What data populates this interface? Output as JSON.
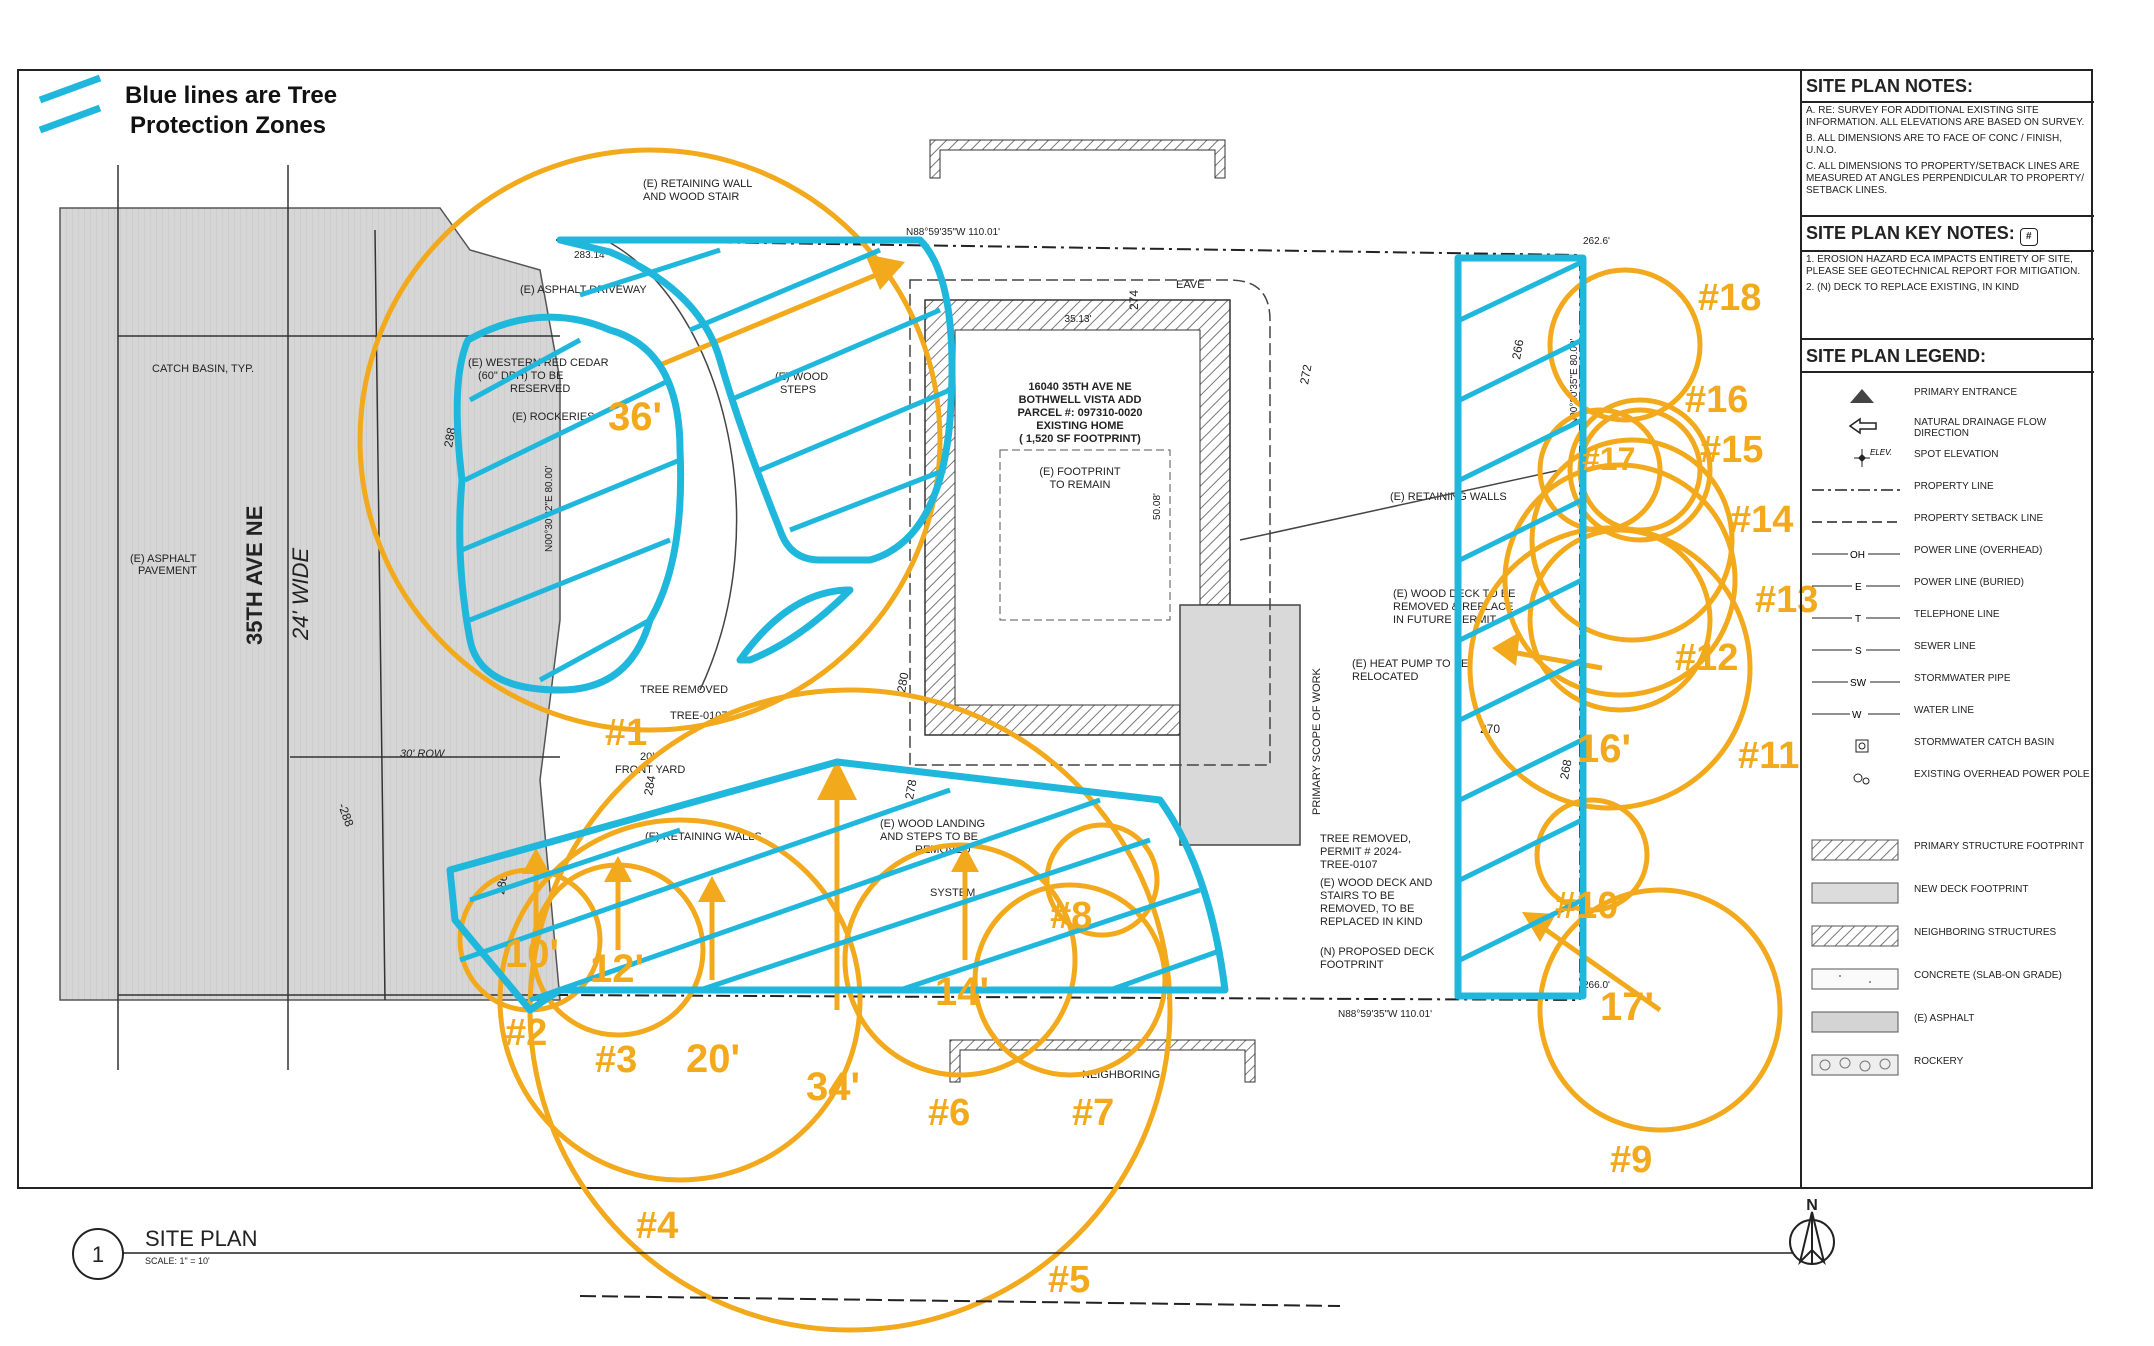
{
  "callout": {
    "line1": "Blue lines are Tree",
    "line2": "Protection  Zones"
  },
  "street": {
    "name": "35TH AVE NE",
    "width": "24' WIDE",
    "pavement": "(E) ASPHALT\nPAVEMENT",
    "catch_basin": "CATCH BASIN, TYP.",
    "row": "30' ROW"
  },
  "house": {
    "line1": "16040 35TH AVE NE",
    "line2": "BOTHWELL VISTA ADD",
    "line3": "PARCEL #: 097310-0020",
    "line4": "EXISTING HOME",
    "line5": "( 1,520 SF FOOTPRINT)",
    "footprint": "(E) FOOTPRINT",
    "footprint2": "TO REMAIN"
  },
  "site_labels": {
    "retaining_wall": "(E) RETAINING WALL",
    "wood_stair": "AND WOOD STAIR",
    "asphalt_driveway": "(E) ASPHALT DRIVEWAY",
    "cedar1": "(E) WESTERN RED CEDAR",
    "cedar2": "(60\" DBH) TO BE",
    "cedar3": "RESERVED",
    "rockeries": "(E) ROCKERIES",
    "wood_steps1": "(E) WOOD",
    "wood_steps2": "STEPS",
    "tree_removed1": "TREE REMOVED",
    "tree_removed2": "TREE-0107",
    "front_yard1": "20'",
    "front_yard2": "FRONT YARD",
    "retaining_walls": "(E) RETAINING WALLS",
    "retaining_walls_e": "(E) RETAINING WALLS",
    "wood_landing1": "(E) WOOD LANDING",
    "wood_landing2": "AND STEPS TO BE",
    "wood_landing3": "REMOVED",
    "system": "SYSTEM",
    "deck_remove1": "(E) WOOD DECK TO BE",
    "deck_remove2": "REMOVED & REPLACE",
    "deck_remove3": "IN FUTURE PERMIT",
    "heat_pump1": "(E) HEAT PUMP TO BE",
    "heat_pump2": "RELOCATED",
    "tree_removed_r1": "TREE REMOVED,",
    "tree_removed_r2": "PERMIT # 2024-",
    "tree_removed_r3": "TREE-0107",
    "deck_stairs1": "(E) WOOD DECK AND",
    "deck_stairs2": "STAIRS TO BE",
    "deck_stairs3": "REMOVED, TO BE",
    "deck_stairs4": "REPLACED IN KIND",
    "proposed_deck1": "(N) PROPOSED DECK",
    "proposed_deck2": "FOOTPRINT",
    "scope": "PRIMARY SCOPE OF WORK",
    "neighbor": "NEIGHBORING",
    "eave": "EAVE",
    "bearing_top": "N88°59'35\"W 110.01'",
    "bearing_bottom": "N88°59'35\"W 110.01'",
    "bearing_left": "N00°30'32\"E 80.00'",
    "bearing_right": "N00°30'35\"E 80.00'",
    "elev_1": "283.14'",
    "elev_2": "262.6'",
    "elev_3": "266.0'",
    "dim_1": "35.13'",
    "dim_2": "50.08'",
    "dim_3": "274",
    "dim_4": "272",
    "dim_5": "270",
    "dim_6": "268",
    "dim_7": "266",
    "dim_8": "284",
    "dim_9": "286",
    "dim_10": "288",
    "dim_11": "280",
    "dim_12": "278",
    "dim_13": "-288"
  },
  "trees": [
    {
      "label": "#1"
    },
    {
      "label": "#2"
    },
    {
      "label": "#3"
    },
    {
      "label": "#4"
    },
    {
      "label": "#5"
    },
    {
      "label": "#6"
    },
    {
      "label": "#7"
    },
    {
      "label": "#8"
    },
    {
      "label": "#9"
    },
    {
      "label": "#10"
    },
    {
      "label": "#11"
    },
    {
      "label": "#12"
    },
    {
      "label": "#13"
    },
    {
      "label": "#14"
    },
    {
      "label": "#15"
    },
    {
      "label": "#16"
    },
    {
      "label": "#17"
    },
    {
      "label": "#18"
    }
  ],
  "radii": {
    "r36": "36'",
    "r10": "10'",
    "r12": "12'",
    "r20": "20'",
    "r34": "34'",
    "r14": "14'",
    "r16": "16'",
    "r17": "17'"
  },
  "panel": {
    "notes_title": "SITE PLAN NOTES:",
    "notes": [
      "A.  RE: SURVEY FOR ADDITIONAL EXISTING SITE INFORMATION. ALL ELEVATIONS ARE BASED ON SURVEY.",
      "B.  ALL DIMENSIONS ARE TO FACE OF CONC / FINISH, U.N.O.",
      "C.  ALL DIMENSIONS TO PROPERTY/SETBACK LINES ARE MEASURED AT ANGLES PERPENDICULAR TO PROPERTY/ SETBACK LINES."
    ],
    "key_title": "SITE PLAN KEY NOTES:",
    "key_notes": [
      "1.  EROSION HAZARD ECA IMPACTS ENTIRETY OF SITE, PLEASE SEE GEOTECHNICAL REPORT FOR MITIGATION.",
      "2.  (N) DECK TO REPLACE EXISTING, IN KIND"
    ],
    "legend_title": "SITE PLAN LEGEND:",
    "legend": [
      "PRIMARY ENTRANCE",
      "NATURAL DRAINAGE FLOW DIRECTION",
      "SPOT ELEVATION",
      "PROPERTY LINE",
      "PROPERTY SETBACK LINE",
      "POWER LINE (OVERHEAD)",
      "POWER LINE (BURIED)",
      "TELEPHONE LINE",
      "SEWER LINE",
      "STORMWATER PIPE",
      "WATER LINE",
      "STORMWATER CATCH BASIN",
      "EXISTING OVERHEAD POWER POLE",
      "PRIMARY STRUCTURE FOOTPRINT",
      "NEW DECK FOOTPRINT",
      "NEIGHBORING STRUCTURES",
      "CONCRETE (SLAB-ON GRADE)",
      "(E) ASPHALT",
      "ROCKERY"
    ],
    "legend_codes": {
      "oh": "OH",
      "e": "E",
      "t": "T",
      "s": "S",
      "sw": "SW",
      "w": "W",
      "elev": "ELEV."
    }
  },
  "title_block": {
    "number": "1",
    "title": "SITE PLAN",
    "scale": "SCALE: 1\" = 10'",
    "north": "N"
  },
  "colors": {
    "tpz": "#1fb8dc",
    "tree": "#f2a91c",
    "ink": "#222222",
    "asphalt": "#d4d4d4"
  }
}
